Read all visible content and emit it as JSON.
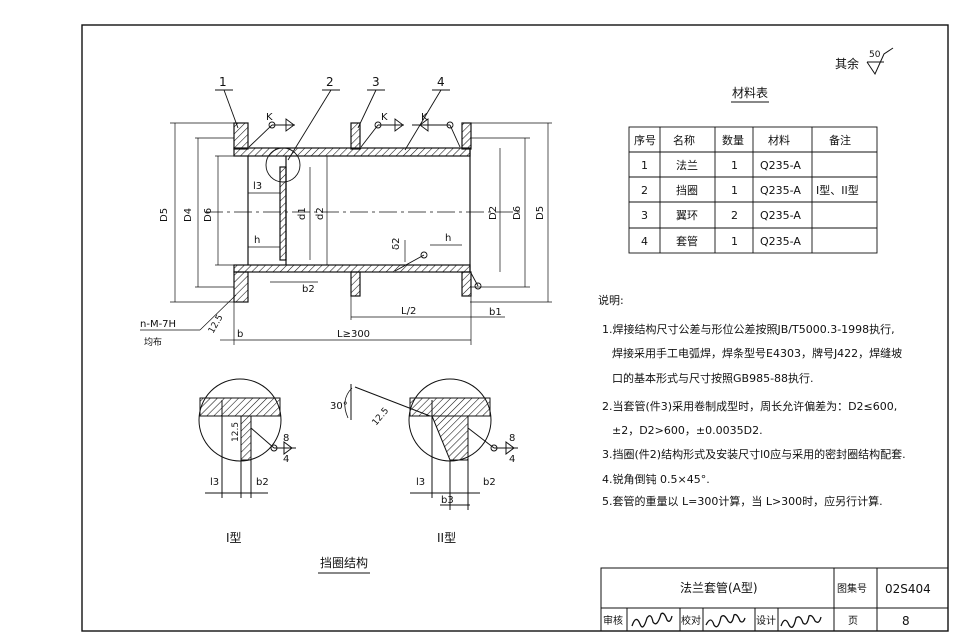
{
  "roughness": {
    "prefix": "其余",
    "value": "50"
  },
  "parts": [
    "1",
    "2",
    "3",
    "4"
  ],
  "weld_marks": {
    "symbol": "K"
  },
  "dims": {
    "left": [
      "D5",
      "D4",
      "D6"
    ],
    "inner": [
      "d1",
      "d2"
    ],
    "right": [
      "D2",
      "D6",
      "D5"
    ],
    "delta2": "δ2",
    "l3": "l3",
    "h": "h",
    "b2": "b2",
    "b1": "b1",
    "b": "b",
    "half": "L/2",
    "length": "L≥300",
    "bolt": "n-M-7H",
    "bolt_note": "均布",
    "rough_a": "12.5"
  },
  "material_table": {
    "title": "材料表",
    "headers": [
      "序号",
      "名称",
      "数量",
      "材料",
      "备注"
    ],
    "rows": [
      [
        "1",
        "法兰",
        "1",
        "Q235-A",
        ""
      ],
      [
        "2",
        "挡圈",
        "1",
        "Q235-A",
        "I型、II型"
      ],
      [
        "3",
        "翼环",
        "2",
        "Q235-A",
        ""
      ],
      [
        "4",
        "套管",
        "1",
        "Q235-A",
        ""
      ]
    ]
  },
  "notes": {
    "title": "说明:",
    "lines": [
      "1.焊接结构尺寸公差与形位公差按照JB/T5000.3-1998执行,",
      "焊接采用手工电弧焊，焊条型号E4303，牌号J422，焊缝坡",
      "口的基本形式与尺寸按照GB985-88执行.",
      "2.当套管(件3)采用卷制成型时，周长允许偏差为：D2≤600,",
      "±2，D2>600，±0.0035D2.",
      "3.挡圈(件2)结构形式及安装尺寸l0应与采用的密封圈结构配套.",
      "4.锐角倒钝 0.5×45°.",
      "5.套管的重量以 L=300计算，当 L>300时，应另行计算."
    ]
  },
  "details": {
    "type1": "I型",
    "type2": "II型",
    "caption": "挡圈结构",
    "angle": "30°",
    "rough": "12.5",
    "weld_top": "8",
    "weld_bottom": "4",
    "l3": "l3",
    "b2": "b2",
    "b3": "b3"
  },
  "title_block": {
    "title": "法兰套管(A型)",
    "atlas_label": "图集号",
    "atlas_no": "02S404",
    "review": "审核",
    "check": "校对",
    "design": "设计",
    "page_label": "页",
    "page_no": "8"
  }
}
